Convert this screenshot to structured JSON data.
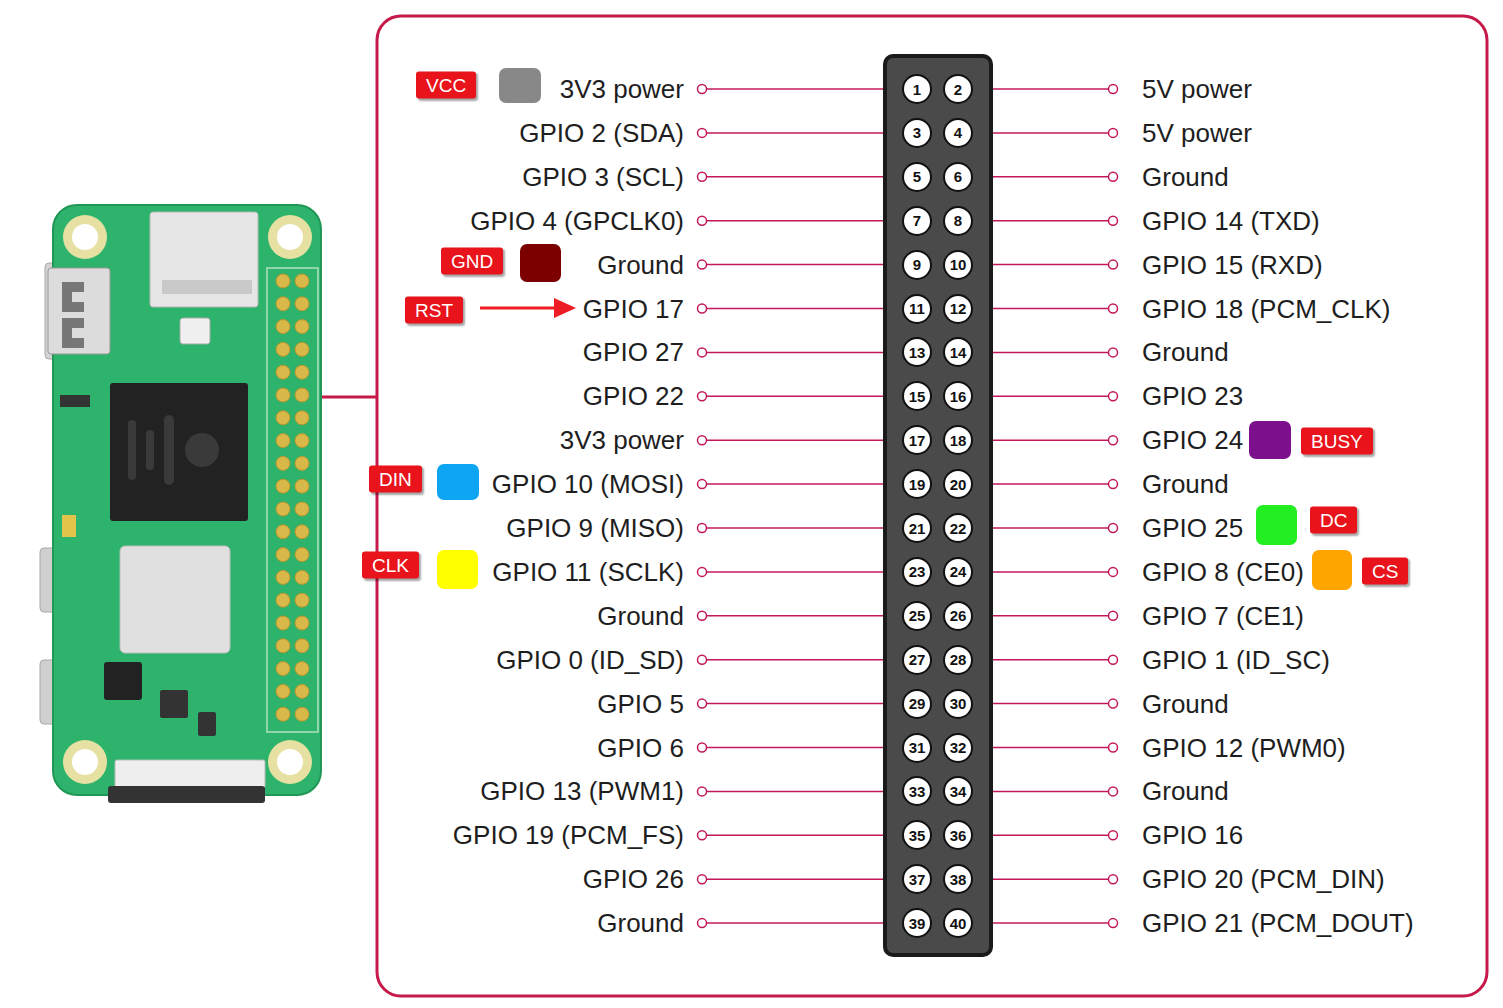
{
  "diagram": {
    "nodes": [
      {
        "text": [
          "1"
        ]
      },
      {
        "text": [
          "2"
        ]
      },
      {
        "text": [
          "3"
        ]
      },
      {
        "text": [
          "4"
        ]
      },
      {
        "text": [
          "5"
        ]
      },
      {
        "text": [
          "6"
        ]
      },
      {
        "text": [
          "7"
        ]
      },
      {
        "text": [
          "8"
        ]
      },
      {
        "text": [
          "9"
        ]
      },
      {
        "text": [
          "10"
        ]
      },
      {
        "text": [
          "11"
        ]
      },
      {
        "text": [
          "12"
        ]
      },
      {
        "text": [
          "13"
        ]
      },
      {
        "text": [
          "14"
        ]
      },
      {
        "text": [
          "15"
        ]
      },
      {
        "text": [
          "16"
        ]
      },
      {
        "text": [
          "17"
        ]
      },
      {
        "text": [
          "18"
        ]
      },
      {
        "text": [
          "19"
        ]
      },
      {
        "text": [
          "20"
        ]
      },
      {
        "text": [
          "21"
        ]
      },
      {
        "text": [
          "22"
        ]
      },
      {
        "text": [
          "23"
        ]
      },
      {
        "text": [
          "24"
        ]
      },
      {
        "text": [
          "25"
        ]
      },
      {
        "text": [
          "26"
        ]
      },
      {
        "text": [
          "27"
        ]
      },
      {
        "text": [
          "28"
        ]
      },
      {
        "text": [
          "29"
        ]
      },
      {
        "text": [
          "30"
        ]
      },
      {
        "text": [
          "31"
        ]
      },
      {
        "text": [
          "32"
        ]
      },
      {
        "text": [
          "33"
        ]
      },
      {
        "text": [
          "34"
        ]
      },
      {
        "text": [
          "35"
        ]
      },
      {
        "text": [
          "36"
        ]
      },
      {
        "text": [
          "37"
        ]
      },
      {
        "text": [
          "38"
        ]
      },
      {
        "text": [
          "39"
        ]
      },
      {
        "text": [
          "40"
        ]
      },
      {
        "text": [
          "VCC"
        ]
      },
      {
        "text": [
          "GND"
        ]
      },
      {
        "text": [
          "RST"
        ]
      },
      {
        "text": [
          "BUSY"
        ]
      },
      {
        "text": [
          "DIN"
        ]
      },
      {
        "text": [
          "DC"
        ]
      },
      {
        "text": [
          "CLK"
        ]
      },
      {
        "text": [
          "CS"
        ]
      }
    ],
    "labels": [
      "3V3 power",
      "5V power",
      "GPIO 2 (SDA)",
      "5V power",
      "GPIO 3 (SCL)",
      "Ground",
      "GPIO 4 (GPCLK0)",
      "GPIO 14 (TXD)",
      "Ground",
      "GPIO 15 (RXD)",
      "GPIO 17",
      "GPIO 18 (PCM_CLK)",
      "GPIO 27",
      "Ground",
      "GPIO 22",
      "GPIO 23",
      "3V3 power",
      "GPIO 24",
      "GPIO 10 (MOSI)",
      "Ground",
      "GPIO 9 (MISO)",
      "GPIO 25",
      "GPIO 11 (SCLK)",
      "GPIO 8 (CE0)",
      "Ground",
      "GPIO 7 (CE1)",
      "GPIO 0 (ID_SD)",
      "GPIO 1 (ID_SC)",
      "GPIO 5",
      "Ground",
      "GPIO 6",
      "GPIO 12 (PWM0)",
      "GPIO 13 (PWM1)",
      "Ground",
      "GPIO 19 (PCM_FS)",
      "GPIO 16",
      "GPIO 26",
      "GPIO 20 (PCM_DIN)",
      "Ground",
      "GPIO 21 (PCM_DOUT)"
    ]
  }
}
